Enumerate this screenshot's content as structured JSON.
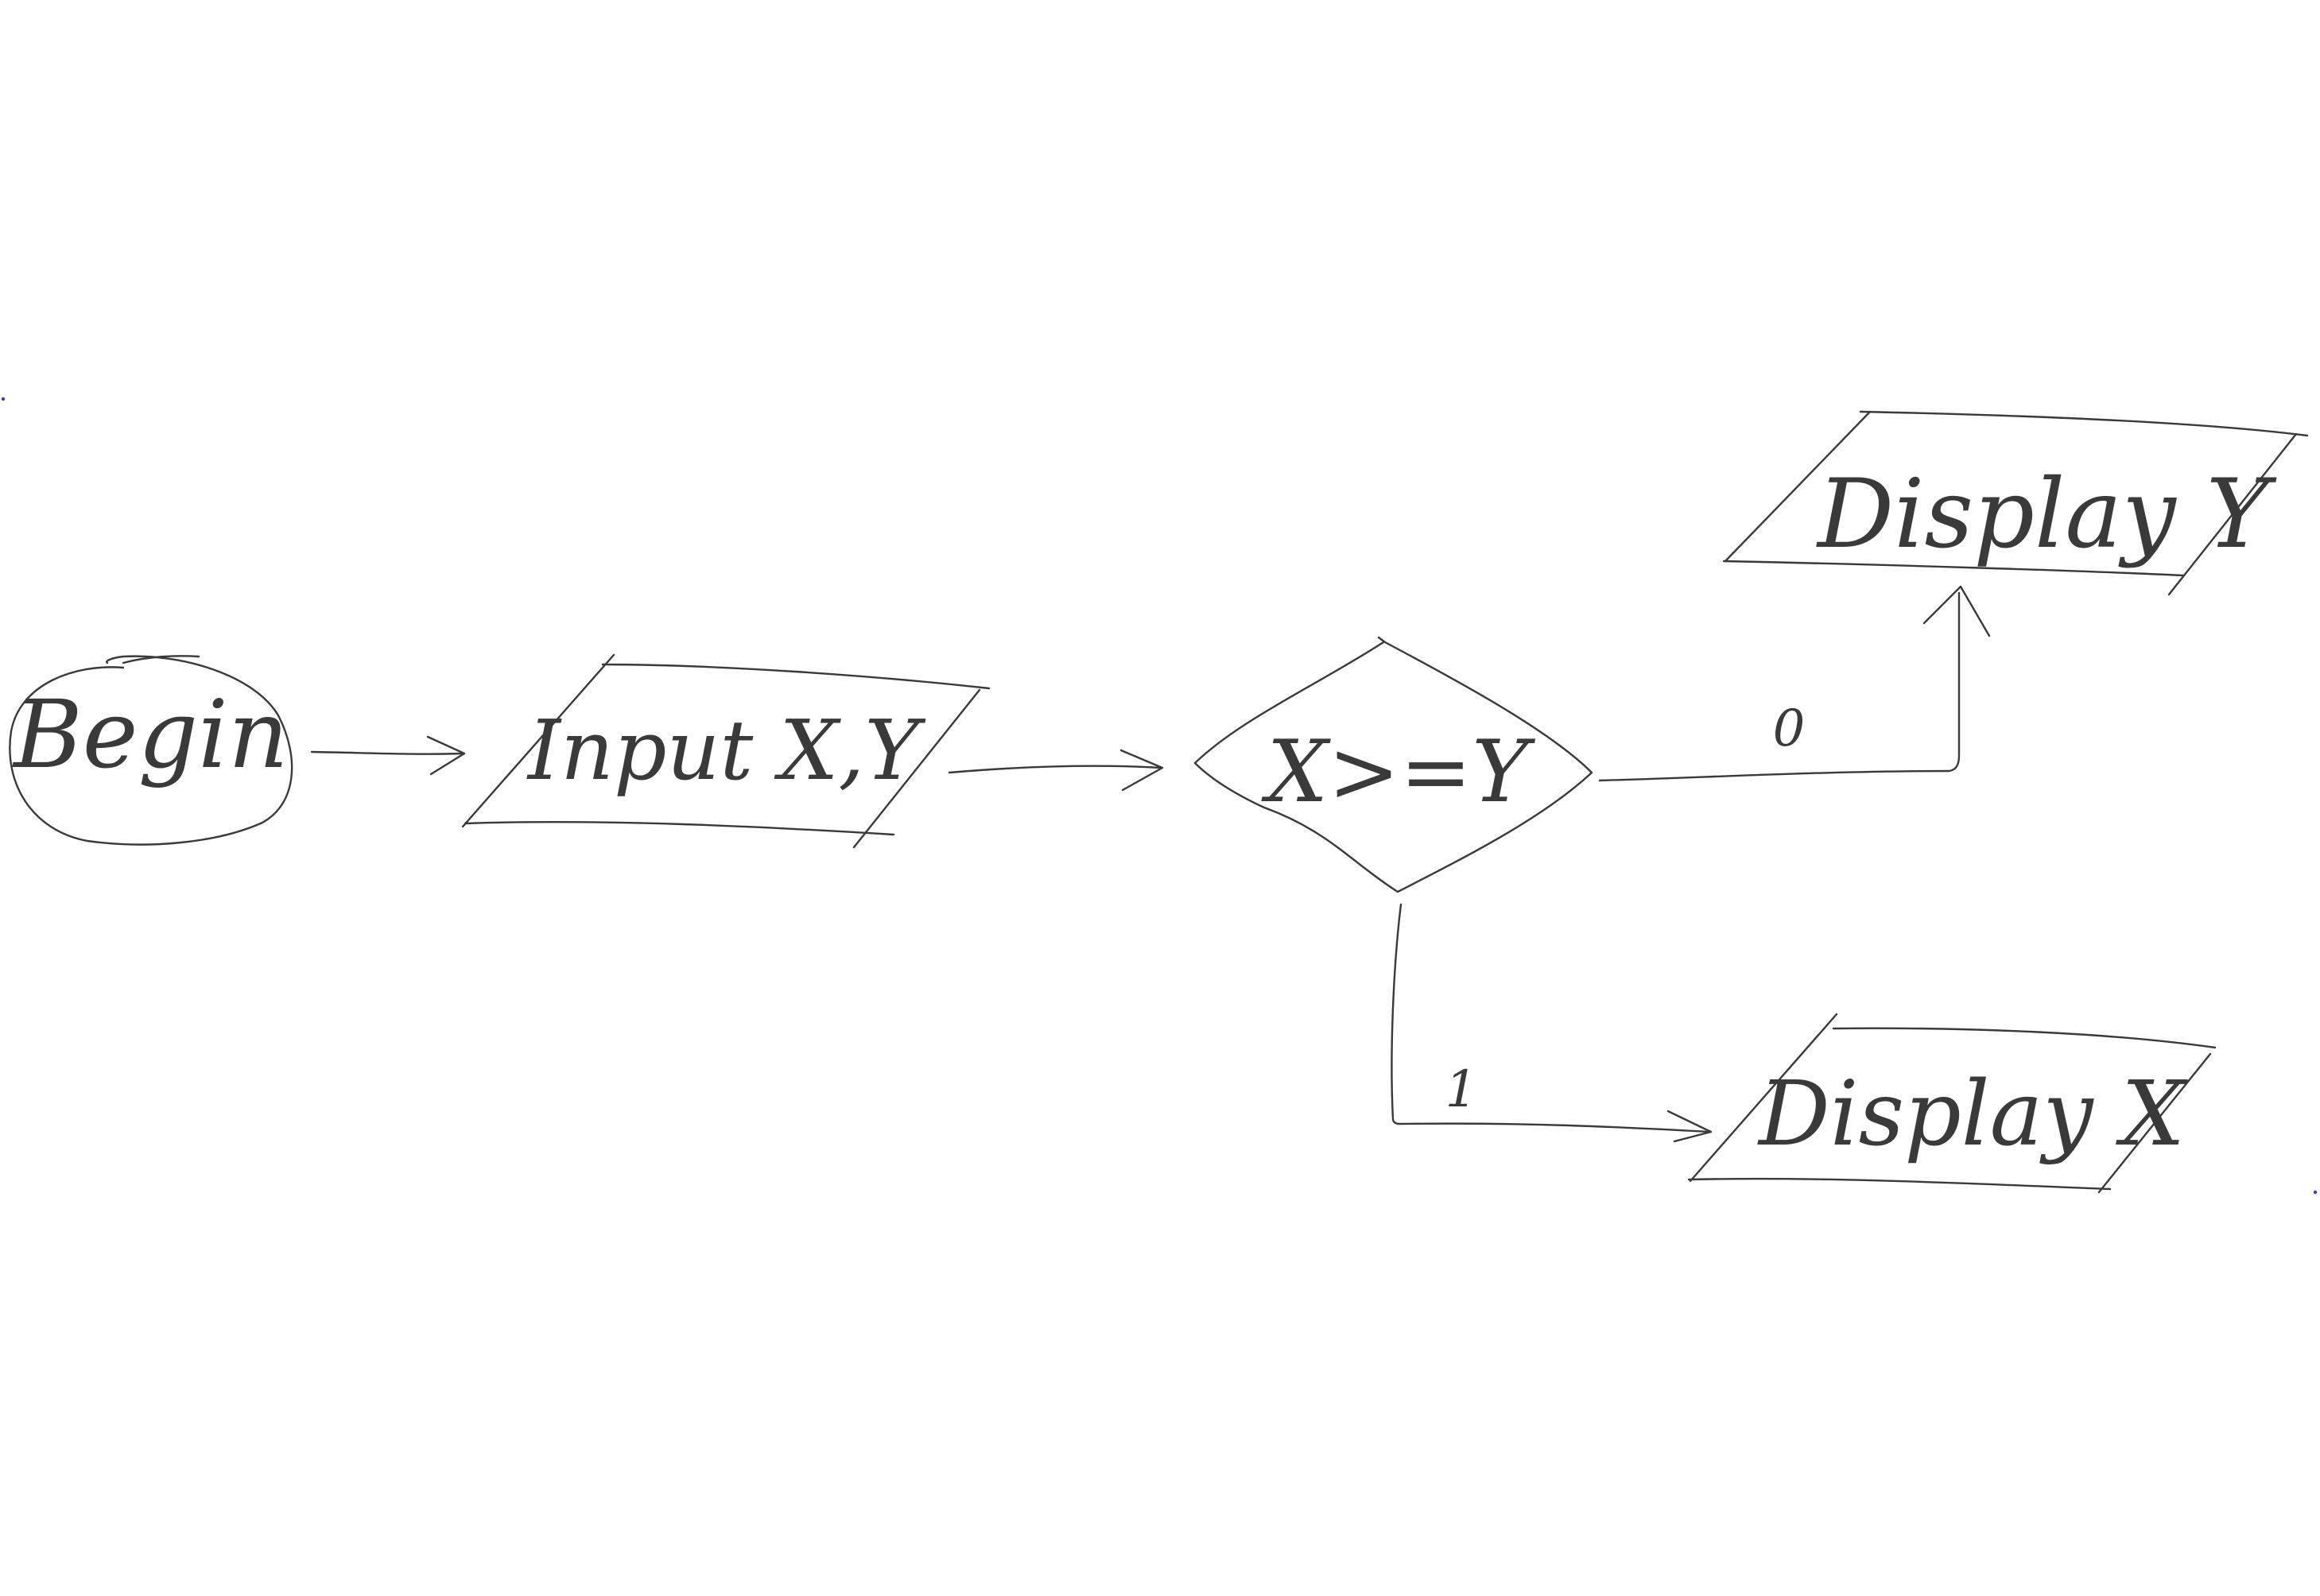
{
  "diagram": {
    "nodes": {
      "begin": {
        "label": "Begin",
        "shape": "terminator"
      },
      "input": {
        "label": "Input X,Y",
        "shape": "input-output"
      },
      "decision": {
        "label": "X>=Y",
        "shape": "decision"
      },
      "display_y": {
        "label": "Display Y",
        "shape": "input-output"
      },
      "display_x": {
        "label": "Display X",
        "shape": "input-output"
      }
    },
    "edges": {
      "decision_false": {
        "label": "0",
        "from": "decision",
        "to": "display_y"
      },
      "decision_true": {
        "label": "1",
        "from": "decision",
        "to": "display_x"
      }
    }
  }
}
